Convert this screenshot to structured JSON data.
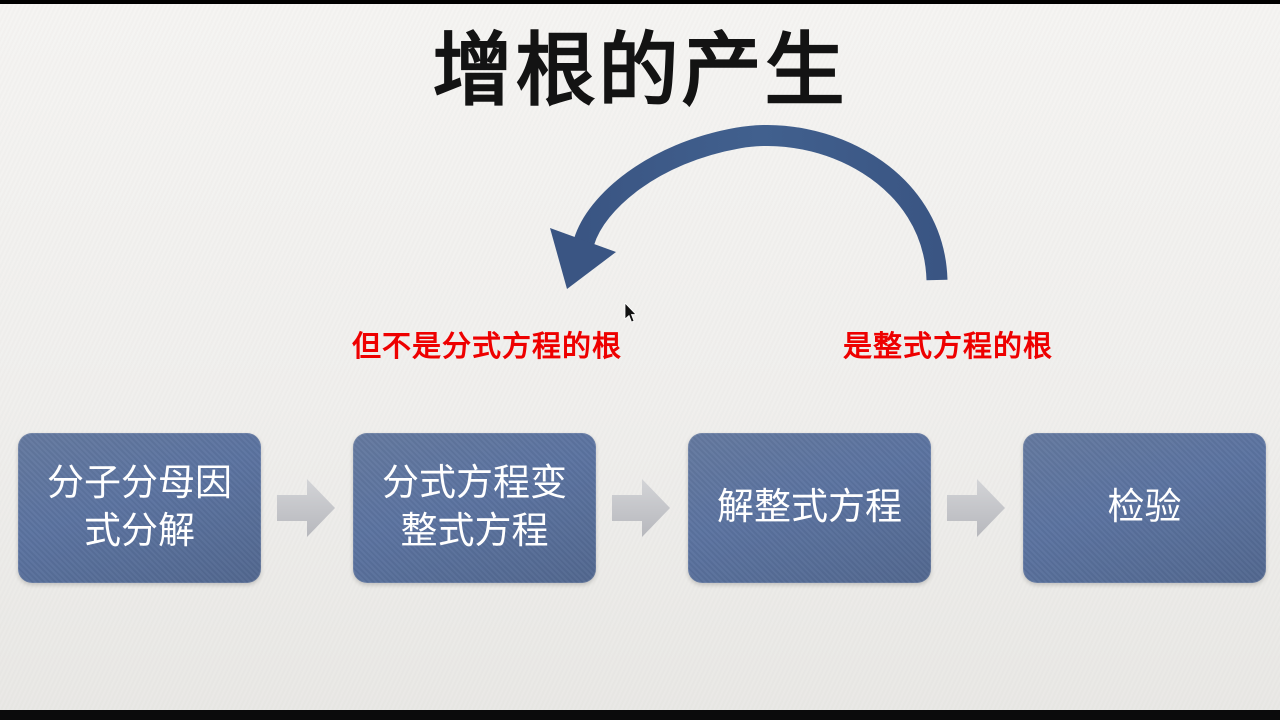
{
  "slide": {
    "title": "增根的产生",
    "annotations": {
      "left": "但不是分式方程的根",
      "right": "是整式方程的根"
    },
    "flow": {
      "steps": [
        {
          "label": "分子分母因\n式分解"
        },
        {
          "label": "分式方程变\n整式方程"
        },
        {
          "label": "解整式方程"
        },
        {
          "label": "检验"
        }
      ]
    },
    "colors": {
      "title": "#131313",
      "annotation": "#ee0000",
      "box_fill": "#5b73a0",
      "box_text": "#ffffff",
      "connector": "#c6c8cc",
      "curved_arrow": "#3d5987",
      "background": "#f1f0ee"
    }
  }
}
